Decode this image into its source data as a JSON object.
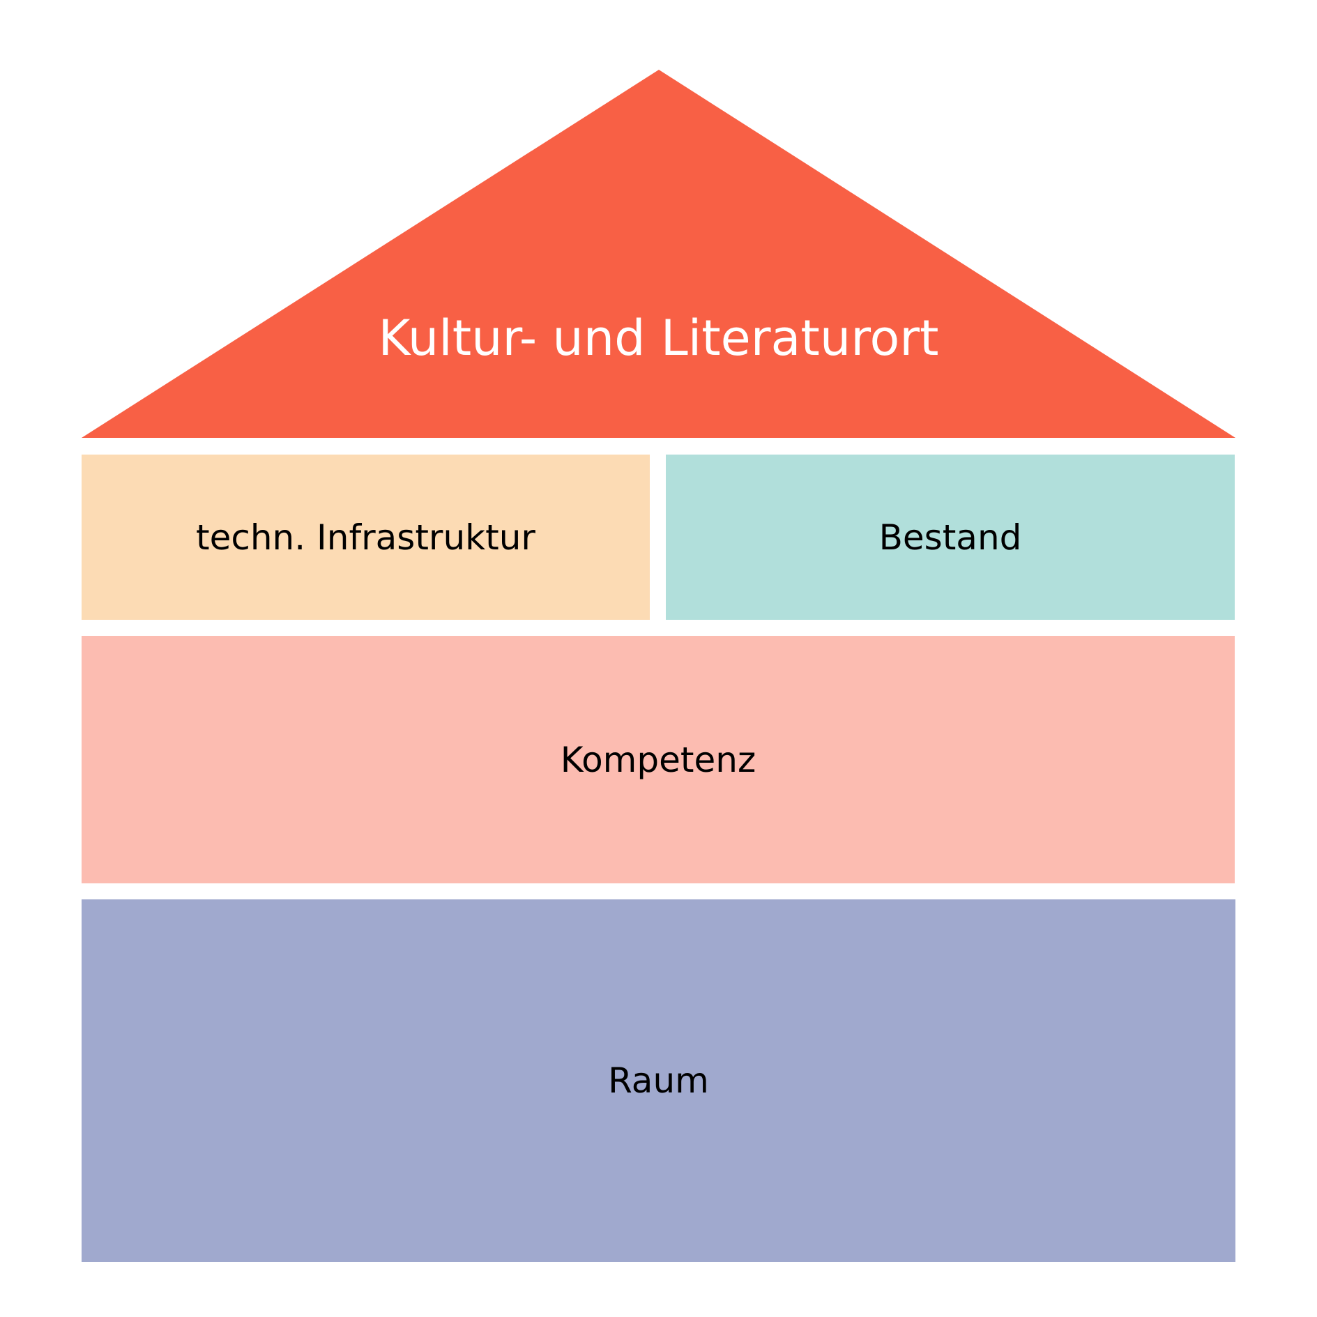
{
  "diagram": {
    "roof": {
      "label": "Kultur- und Literaturort",
      "color": "#f86045",
      "text_color": "#ffffff"
    },
    "pillars": [
      {
        "label": "techn. Infrastruktur",
        "color": "#fcdbb4"
      },
      {
        "label": "Bestand",
        "color": "#b1dfdb"
      }
    ],
    "layers": [
      {
        "label": "Kompetenz",
        "color": "#fcbcb1"
      },
      {
        "label": "Raum",
        "color": "#a0a9ce"
      }
    ]
  }
}
